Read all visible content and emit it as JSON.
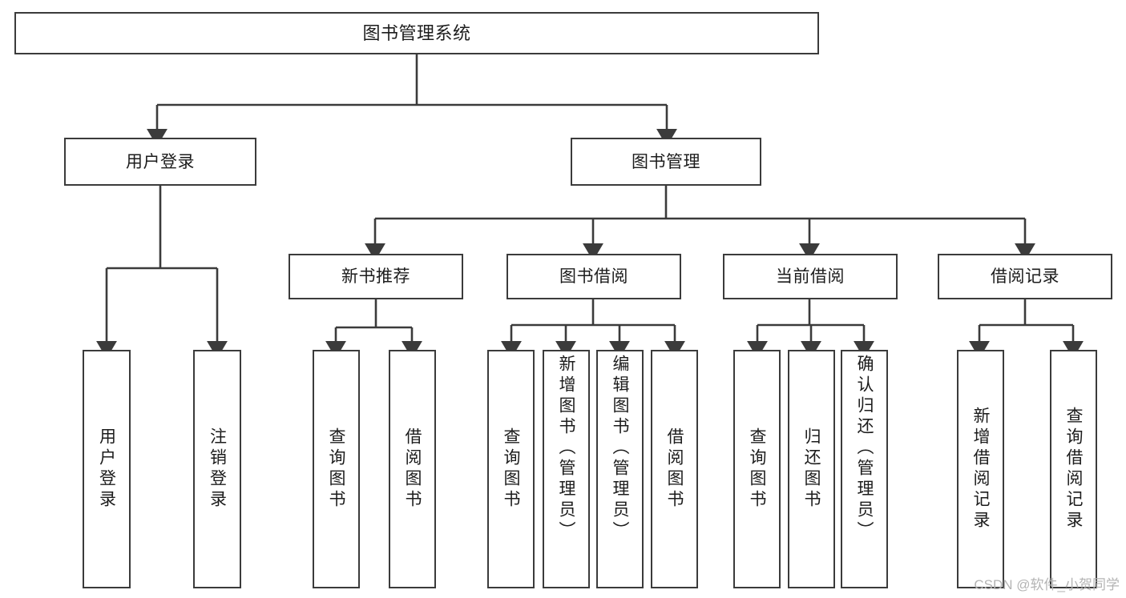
{
  "diagram": {
    "title": "图书管理系统",
    "type": "tree-hierarchy-diagram",
    "root": {
      "id": "root",
      "label": "图书管理系统"
    },
    "level1": [
      {
        "id": "user-login",
        "label": "用户登录"
      },
      {
        "id": "book-management",
        "label": "图书管理"
      }
    ],
    "level2": [
      {
        "id": "new-book-recommend",
        "label": "新书推荐"
      },
      {
        "id": "book-borrow",
        "label": "图书借阅"
      },
      {
        "id": "current-borrow",
        "label": "当前借阅"
      },
      {
        "id": "borrow-record",
        "label": "借阅记录"
      }
    ],
    "leaves": {
      "user_login": [
        {
          "id": "leaf-user-login",
          "label": "用户登录"
        },
        {
          "id": "leaf-logout-login",
          "label": "注销登录"
        }
      ],
      "new_book_recommend": [
        {
          "id": "leaf-query-book-1",
          "label": "查询图书"
        },
        {
          "id": "leaf-borrow-book-1",
          "label": "借阅图书"
        }
      ],
      "book_borrow": [
        {
          "id": "leaf-query-book-2",
          "label": "查询图书"
        },
        {
          "id": "leaf-add-book-admin",
          "label": "新增图书（管理员）"
        },
        {
          "id": "leaf-edit-book-admin",
          "label": "编辑图书（管理员）"
        },
        {
          "id": "leaf-borrow-book-2",
          "label": "借阅图书"
        }
      ],
      "current_borrow": [
        {
          "id": "leaf-query-book-3",
          "label": "查询图书"
        },
        {
          "id": "leaf-return-book",
          "label": "归还图书"
        },
        {
          "id": "leaf-confirm-return-admin",
          "label": "确认归还（管理员）"
        }
      ],
      "borrow_record": [
        {
          "id": "leaf-add-borrow-record",
          "label": "新增借阅记录"
        },
        {
          "id": "leaf-query-borrow-record",
          "label": "查询借阅记录"
        }
      ]
    },
    "colors": {
      "stroke": "#3b3b3b",
      "fill": "#ffffff",
      "text": "#1c1c1c",
      "watermark": "#b4b4b4"
    }
  },
  "watermark": {
    "text": "CSDN @软件_小贺同学"
  }
}
